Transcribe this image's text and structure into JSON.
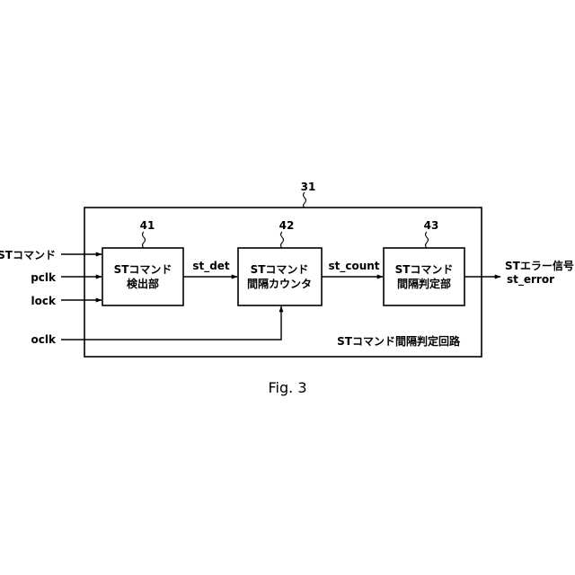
{
  "circuit": {
    "ref": "31",
    "title": "STコマンド間隔判定回路"
  },
  "blocks": [
    {
      "ref": "41",
      "line1": "STコマンド",
      "line2": "検出部"
    },
    {
      "ref": "42",
      "line1": "STコマンド",
      "line2": "間隔カウンタ"
    },
    {
      "ref": "43",
      "line1": "STコマンド",
      "line2": "間隔判定部"
    }
  ],
  "inputs": {
    "st_command": "STコマンド",
    "pclk": "pclk",
    "lock": "lock",
    "oclk": "oclk"
  },
  "signals": {
    "st_det": "st_det",
    "st_count": "st_count"
  },
  "output": {
    "line1": "STエラー信号",
    "line2": "st_error"
  },
  "caption": "Fig. 3"
}
